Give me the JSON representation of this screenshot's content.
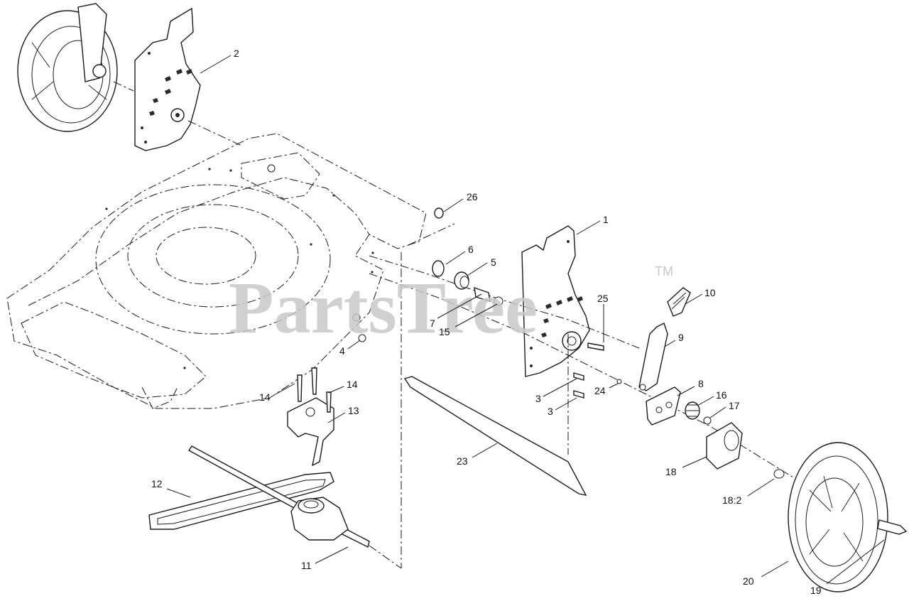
{
  "watermark": {
    "text": "PartsTree",
    "trademark": "TM"
  },
  "callouts": {
    "c1": "1",
    "c2": "2",
    "c3a": "3",
    "c3b": "3",
    "c4": "4",
    "c5": "5",
    "c6": "6",
    "c7": "7",
    "c8": "8",
    "c9": "9",
    "c10": "10",
    "c11": "11",
    "c12": "12",
    "c13": "13",
    "c14a": "14",
    "c14b": "14",
    "c15": "15",
    "c16": "16",
    "c17": "17",
    "c18": "18",
    "c18_2": "18:2",
    "c19": "19",
    "c20": "20",
    "c23": "23",
    "c24": "24",
    "c25": "25",
    "c26": "26"
  },
  "colors": {
    "line": "#1a1a1a",
    "watermark": "#c8c8c8",
    "background": "#ffffff"
  }
}
